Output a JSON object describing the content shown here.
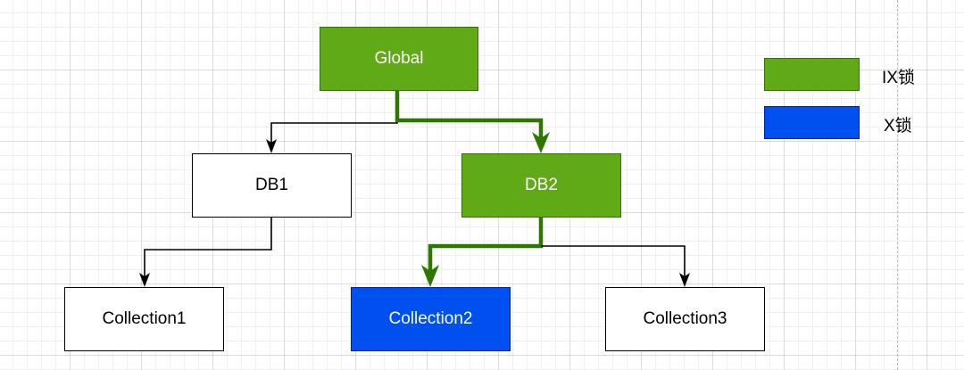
{
  "colors": {
    "ix_fill": "#60a917",
    "ix_stroke": "#2d7600",
    "x_fill": "#0050ef",
    "x_stroke": "#001dbc",
    "edge_default": "#000000",
    "edge_highlight": "#2d7600"
  },
  "nodes": {
    "global": {
      "label": "Global",
      "lock": "IX"
    },
    "db1": {
      "label": "DB1",
      "lock": "none"
    },
    "db2": {
      "label": "DB2",
      "lock": "IX"
    },
    "collection1": {
      "label": "Collection1",
      "lock": "none"
    },
    "collection2": {
      "label": "Collection2",
      "lock": "X"
    },
    "collection3": {
      "label": "Collection3",
      "lock": "none"
    }
  },
  "edges": [
    {
      "from": "Global",
      "to": "DB1",
      "highlighted": false
    },
    {
      "from": "Global",
      "to": "DB2",
      "highlighted": true
    },
    {
      "from": "DB1",
      "to": "Collection1",
      "highlighted": false
    },
    {
      "from": "DB2",
      "to": "Collection2",
      "highlighted": true
    },
    {
      "from": "DB2",
      "to": "Collection3",
      "highlighted": false
    }
  ],
  "legend": {
    "ix_label": "IX锁",
    "x_label": "X锁"
  }
}
